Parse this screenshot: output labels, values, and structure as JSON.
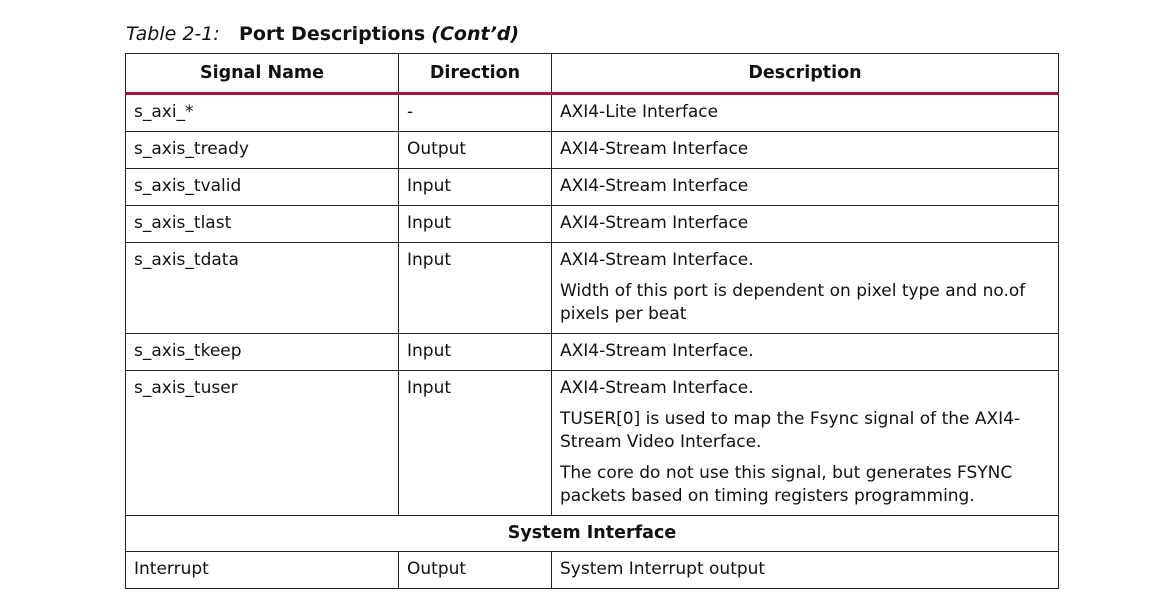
{
  "caption": {
    "number": "Table 2-1:",
    "title": "Port Descriptions",
    "suffix": "(Cont’d)"
  },
  "table": {
    "headers": [
      "Signal Name",
      "Direction",
      "Description"
    ],
    "rows": [
      {
        "signal": "s_axi_*",
        "direction": "-",
        "description": [
          "AXI4-Lite Interface"
        ]
      },
      {
        "signal": "s_axis_tready",
        "direction": "Output",
        "description": [
          "AXI4-Stream Interface"
        ]
      },
      {
        "signal": "s_axis_tvalid",
        "direction": "Input",
        "description": [
          "AXI4-Stream Interface"
        ]
      },
      {
        "signal": "s_axis_tlast",
        "direction": "Input",
        "description": [
          "AXI4-Stream Interface"
        ]
      },
      {
        "signal": "s_axis_tdata",
        "direction": "Input",
        "description": [
          "AXI4-Stream Interface.",
          "Width of this port is dependent on pixel type and no.of pixels per beat"
        ]
      },
      {
        "signal": "s_axis_tkeep",
        "direction": "Input",
        "description": [
          "AXI4-Stream Interface."
        ]
      },
      {
        "signal": "s_axis_tuser",
        "direction": "Input",
        "description": [
          "AXI4-Stream Interface.",
          "TUSER[0] is used to map the Fsync signal of the AXI4-Stream Video Interface.",
          "The core do not use this signal, but generates FSYNC packets based on timing registers programming."
        ]
      }
    ],
    "section": "System Interface",
    "section_rows": [
      {
        "signal": "Interrupt",
        "direction": "Output",
        "description": [
          "System Interrupt output"
        ]
      }
    ]
  },
  "colors": {
    "header_rule": "#a3153c",
    "border": "#222222"
  }
}
